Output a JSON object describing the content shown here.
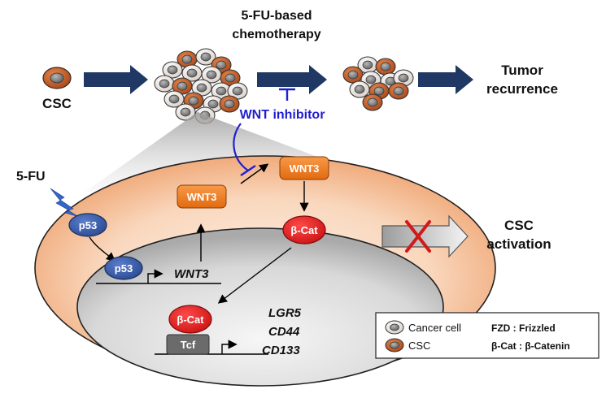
{
  "top": {
    "csc_label": "CSC",
    "chemo_line1": "5-FU-based",
    "chemo_line2": "chemotherapy",
    "wnt_inhibitor": "WNT inhibitor",
    "tumor_line1": "Tumor",
    "tumor_line2": "recurrence"
  },
  "cell": {
    "five_fu": "5-FU",
    "p53": "p53",
    "wnt3": "WNT3",
    "wnt3_gene": "WNT3",
    "beta_cat": "β-Cat",
    "tcf": "Tcf",
    "targets": [
      "LGR5",
      "CD44",
      "CD133"
    ]
  },
  "outcome": {
    "line1": "CSC",
    "line2": "activation"
  },
  "legend": {
    "cancer_cell": "Cancer cell",
    "csc": "CSC",
    "fzd": "FZD : Frizzled",
    "bcat": "β-Cat : β-Catenin"
  },
  "colors": {
    "arrow_navy": "#1f3864",
    "inhibitor_blue": "#1f1fd0",
    "csc_orange": "#c0561e",
    "wnt3_box": "#f07a1a",
    "beta_cat_red": "#e51d1d",
    "p53_blue": "#2e4f9e",
    "tcf_gray": "#6b6b6b"
  }
}
